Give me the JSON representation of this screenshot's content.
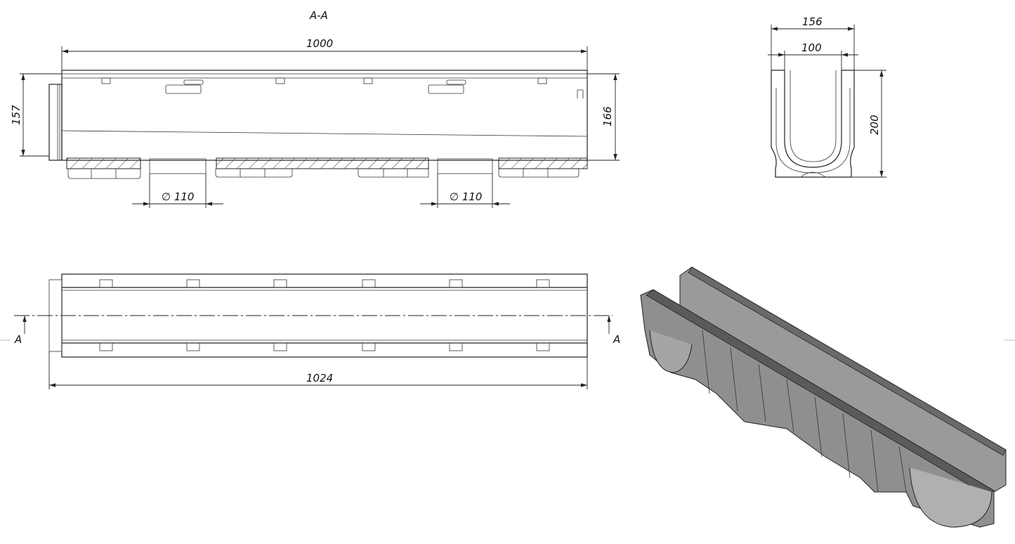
{
  "section": {
    "title": "A-A",
    "length_dim": "1000",
    "inlet_height_dim": "157",
    "outlet_height_dim": "166",
    "outlet_diameter_1": "∅ 110",
    "outlet_diameter_2": "∅ 110"
  },
  "cross_section": {
    "outer_width_dim": "156",
    "inner_width_dim": "100",
    "height_dim": "200"
  },
  "plan_view": {
    "section_mark_left": "A",
    "section_mark_right": "A",
    "overall_length_dim": "1024"
  },
  "colors": {
    "line": "#222222",
    "model_fill": "#8f8f8f",
    "model_dark": "#5a5a5a"
  }
}
